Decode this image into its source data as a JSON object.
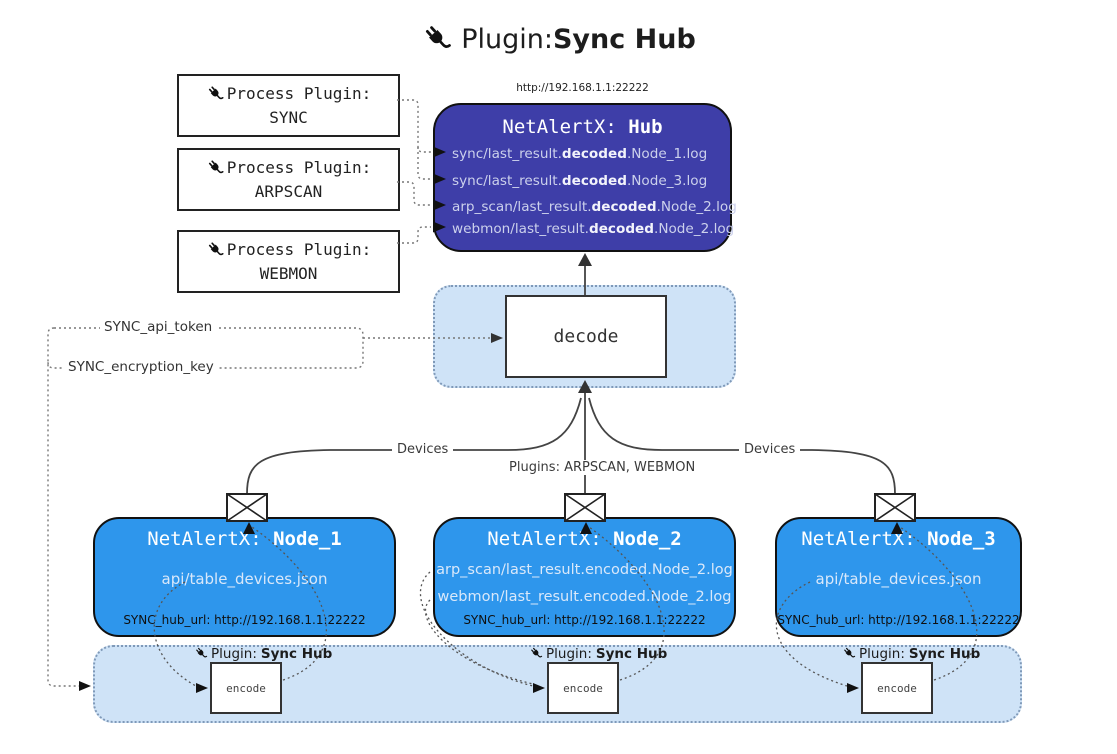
{
  "title": {
    "prefix": "Plugin: ",
    "name": "Sync Hub"
  },
  "hub": {
    "url": "http://192.168.1.1:22222",
    "title_prefix": "NetAlertX: ",
    "title_name": "Hub",
    "lines": [
      {
        "pre": "sync/last_result.",
        "bold": "decoded",
        "post": ".Node_1.log"
      },
      {
        "pre": "sync/last_result.",
        "bold": "decoded",
        "post": ".Node_3.log"
      },
      {
        "pre": "arp_scan/last_result.",
        "bold": "decoded",
        "post": ".Node_2.log"
      },
      {
        "pre": "webmon/last_result.",
        "bold": "decoded",
        "post": ".Node_2.log"
      }
    ]
  },
  "process_plugins": [
    {
      "label": "Process Plugin:",
      "name": "SYNC"
    },
    {
      "label": "Process Plugin:",
      "name": "ARPSCAN"
    },
    {
      "label": "Process Plugin:",
      "name": "WEBMON"
    }
  ],
  "decode_label": "decode",
  "config": {
    "api_token": "SYNC_api_token",
    "encryption_key": "SYNC_encryption_key"
  },
  "edge_labels": {
    "devices_left": "Devices",
    "plugins_mid": "Plugins: ARPSCAN, WEBMON",
    "devices_right": "Devices"
  },
  "nodes": [
    {
      "title_prefix": "NetAlertX: ",
      "title_name": "Node_1",
      "file1": "api/table_devices.json",
      "hub_url": "SYNC_hub_url: http://192.168.1.1:22222"
    },
    {
      "title_prefix": "NetAlertX: ",
      "title_name": "Node_2",
      "file1": "arp_scan/last_result.encoded.Node_2.log",
      "file2": "webmon/last_result.encoded.Node_2.log",
      "hub_url": "SYNC_hub_url: http://192.168.1.1:22222"
    },
    {
      "title_prefix": "NetAlertX: ",
      "title_name": "Node_3",
      "file1": "api/table_devices.json",
      "hub_url": "SYNC_hub_url: http://192.168.1.1:22222"
    }
  ],
  "encode": {
    "label_prefix": "Plugin: ",
    "label_name": "Sync Hub",
    "box_label": "encode"
  },
  "colors": {
    "hub_fill": "#3e3ea8",
    "node_fill": "#2e96ec",
    "panel_fill": "#cfe3f7",
    "panel_border": "#7f99b8",
    "light_text": "#d9e8fa"
  }
}
